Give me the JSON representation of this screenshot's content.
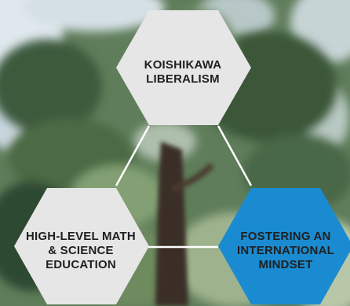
{
  "background": {
    "scene": "tree-canopy-photo",
    "colors": {
      "sky": "#dfe8ee",
      "foliage_dark": "#2f4a33",
      "foliage_mid": "#5f7d5a",
      "foliage_light": "#9fb28e",
      "trunk": "#3a2e26"
    }
  },
  "diagram": {
    "connector_color": "#ffffff",
    "hexagons": [
      {
        "id": "top",
        "lines": [
          "KOISHIKAWA",
          "LIBERALISM"
        ],
        "fill": "#e6e6e6",
        "text_color": "#1f1f1f"
      },
      {
        "id": "left",
        "lines": [
          "HIGH-LEVEL MATH",
          "& SCIENCE",
          "EDUCATION"
        ],
        "fill": "#e6e6e6",
        "text_color": "#1f1f1f"
      },
      {
        "id": "right",
        "lines": [
          "FOSTERING AN",
          "INTERNATIONAL",
          "MINDSET"
        ],
        "fill": "#1a8bd0",
        "text_color": "#1f1f1f"
      }
    ]
  }
}
